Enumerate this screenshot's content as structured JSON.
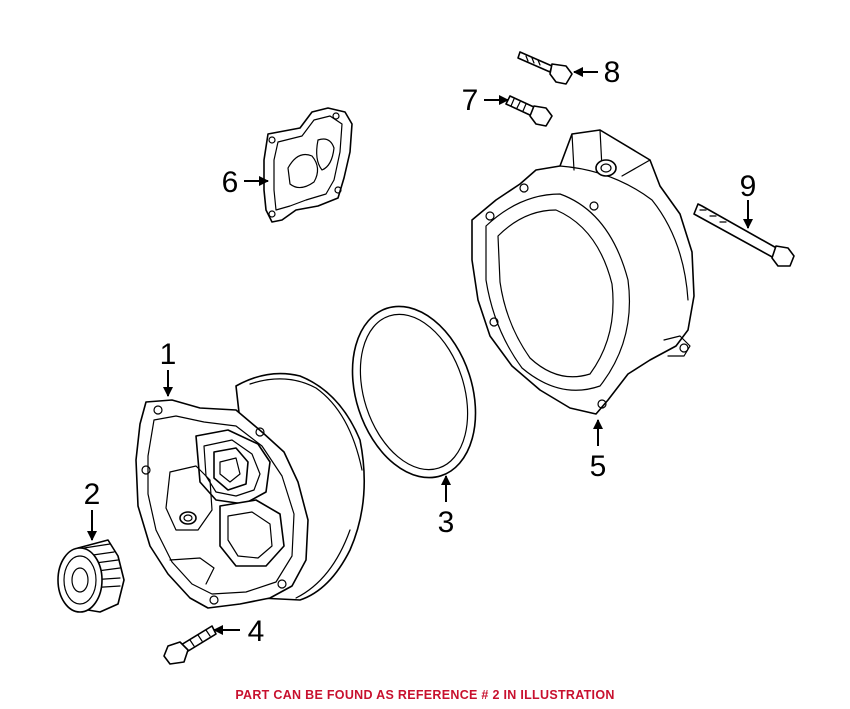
{
  "callouts": {
    "c1": "1",
    "c2": "2",
    "c3": "3",
    "c4": "4",
    "c5": "5",
    "c6": "6",
    "c7": "7",
    "c8": "8",
    "c9": "9"
  },
  "caption": "PART CAN BE FOUND AS REFERENCE # 2 IN ILLUSTRATION",
  "colors": {
    "caption": "#c8102e",
    "lines": "#000000",
    "background": "#ffffff"
  }
}
